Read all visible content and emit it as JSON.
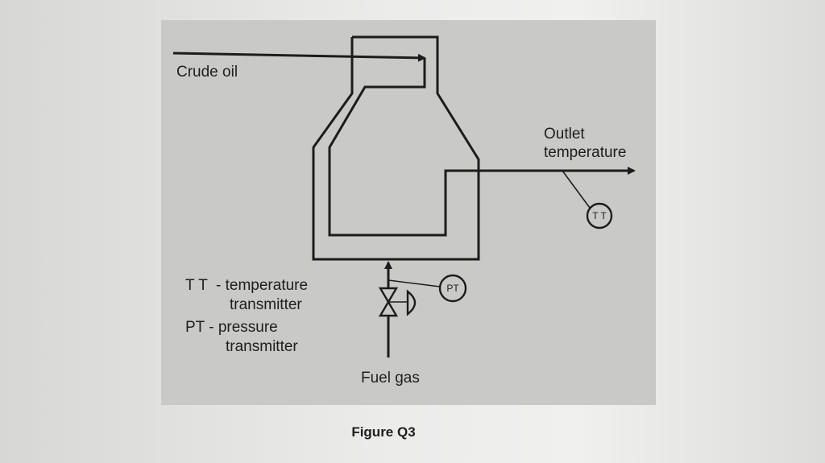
{
  "labels": {
    "crude_oil": "Crude oil",
    "outlet_line1": "Outlet",
    "outlet_line2": "temperature",
    "fuel_gas": "Fuel gas",
    "legend_tt_line1": "T T  - temperature",
    "legend_tt_line2": "transmitter",
    "legend_pt_line1": "PT - pressure",
    "legend_pt_line2": "transmitter"
  },
  "instruments": {
    "tt": "T T",
    "pt": "PT"
  },
  "caption": "Figure Q3",
  "colors": {
    "panel": "#c9c9c7",
    "line": "#1c1c1c"
  }
}
